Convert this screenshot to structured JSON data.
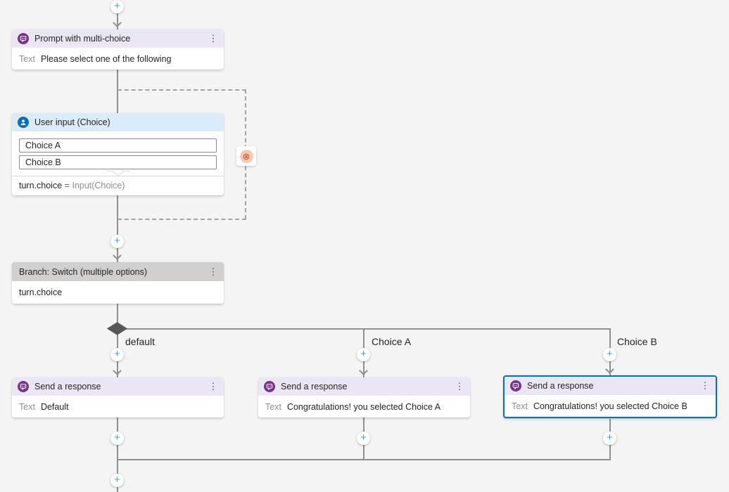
{
  "canvas": {
    "background": "#f4f4f4",
    "line_color": "#8f8f8f",
    "accent_blue": "#0f6cbd"
  },
  "icons": {
    "plus": "+",
    "kebab": "⋮",
    "escalate": "⊗"
  },
  "nodes": {
    "prompt": {
      "title": "Prompt with multi-choice",
      "header_color": "#ece6f4",
      "icon_color": "#76338b",
      "field_label": "Text",
      "field_value": "Please select one of the following"
    },
    "user_input": {
      "title": "User input (Choice)",
      "header_color": "#dcebf8",
      "icon_color": "#0f6cbd",
      "choices": {
        "0": "Choice A",
        "1": "Choice B"
      },
      "variable": "turn.choice",
      "assignment": "=",
      "value": "Input(Choice)"
    },
    "branch": {
      "title": "Branch: Switch (multiple options)",
      "header_color": "#d2d0ce",
      "condition": "turn.choice"
    },
    "responses": [
      {
        "title": "Send a response",
        "header_color": "#ece6f4",
        "icon_color": "#76338b",
        "field_label": "Text",
        "field_value": "Default",
        "branch_label": "default",
        "selected": false
      },
      {
        "title": "Send a response",
        "header_color": "#ece6f4",
        "icon_color": "#76338b",
        "field_label": "Text",
        "field_value": "Congratulations! you selected Choice A",
        "branch_label": "Choice A",
        "selected": false
      },
      {
        "title": "Send a response",
        "header_color": "#ece6f4",
        "icon_color": "#76338b",
        "field_label": "Text",
        "field_value": "Congratulations! you selected Choice B",
        "branch_label": "Choice B",
        "selected": true
      }
    ]
  }
}
